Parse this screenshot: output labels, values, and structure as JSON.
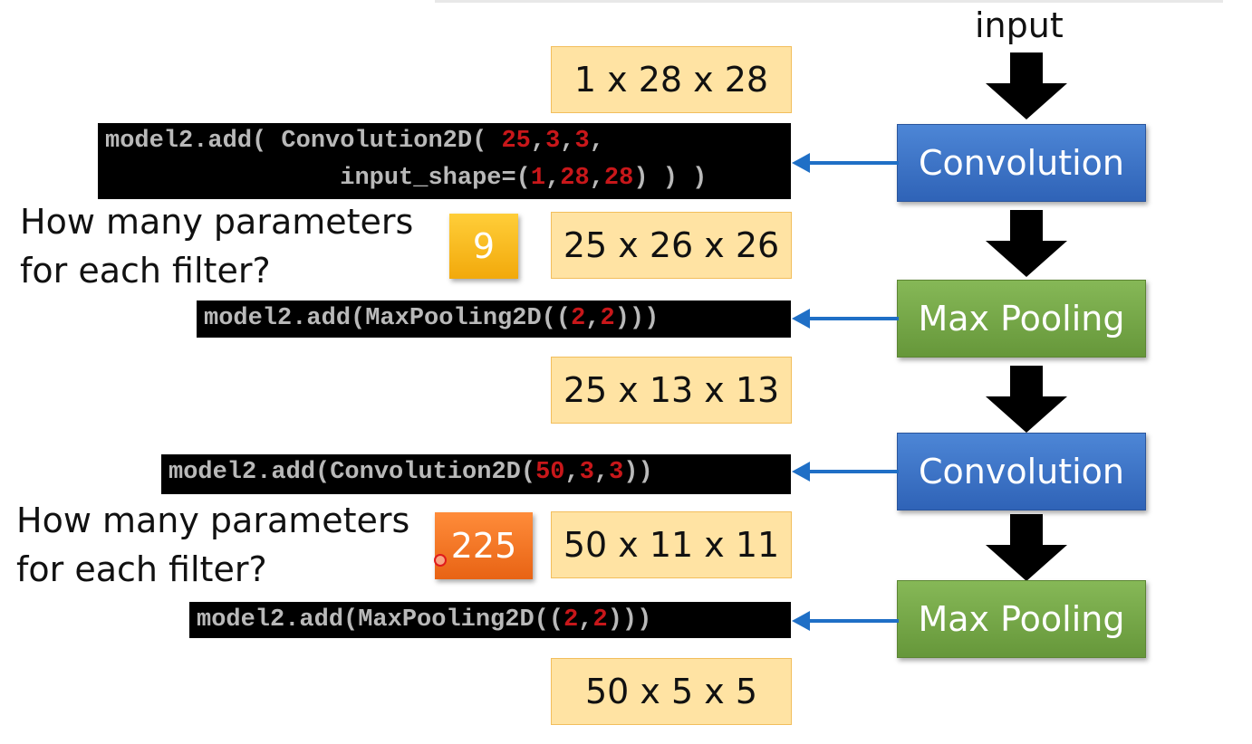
{
  "input_label": "input",
  "layers": [
    {
      "label": "Convolution",
      "color": "#3f74c9"
    },
    {
      "label": "Max Pooling",
      "color": "#71a845"
    },
    {
      "label": "Convolution",
      "color": "#3f74c9"
    },
    {
      "label": "Max Pooling",
      "color": "#71a845"
    }
  ],
  "shapes": [
    "1 x 28 x 28",
    "25 x 26 x 26",
    "25 x 13 x 13",
    "50 x 11 x 11",
    "50 x 5 x 5"
  ],
  "code": {
    "conv1_a": "model2.add( Convolution2D( ",
    "conv1_n1": "25",
    "conv1_c1": ",",
    "conv1_n2": "3",
    "conv1_c2": ",",
    "conv1_n3": "3",
    "conv1_c3": ",",
    "conv1_b": "                input_shape=(",
    "conv1_n4": "1",
    "conv1_c4": ",",
    "conv1_n5": "28",
    "conv1_c5": ",",
    "conv1_n6": "28",
    "conv1_c6": ") ) )",
    "pool1_a": "model2.add(MaxPooling2D((",
    "pool1_n1": "2",
    "pool1_c1": ",",
    "pool1_n2": "2",
    "pool1_c2": ")))",
    "conv2_a": "model2.add(Convolution2D(",
    "conv2_n1": "50",
    "conv2_c1": ",",
    "conv2_n2": "3",
    "conv2_c2": ",",
    "conv2_n3": "3",
    "conv2_c3": "))",
    "pool2_a": "model2.add(MaxPooling2D((",
    "pool2_n1": "2",
    "pool2_c1": ",",
    "pool2_n2": "2",
    "pool2_c2": ")))"
  },
  "questions": [
    {
      "line1": "How many parameters",
      "line2": "for each filter?",
      "answer": "9"
    },
    {
      "line1": "How many parameters",
      "line2": "for each filter?",
      "answer": "225"
    }
  ],
  "colors": {
    "code_number": "#c8171a",
    "arrow_link": "#1f6fc6",
    "shape_fill": "#ffe3a3"
  }
}
